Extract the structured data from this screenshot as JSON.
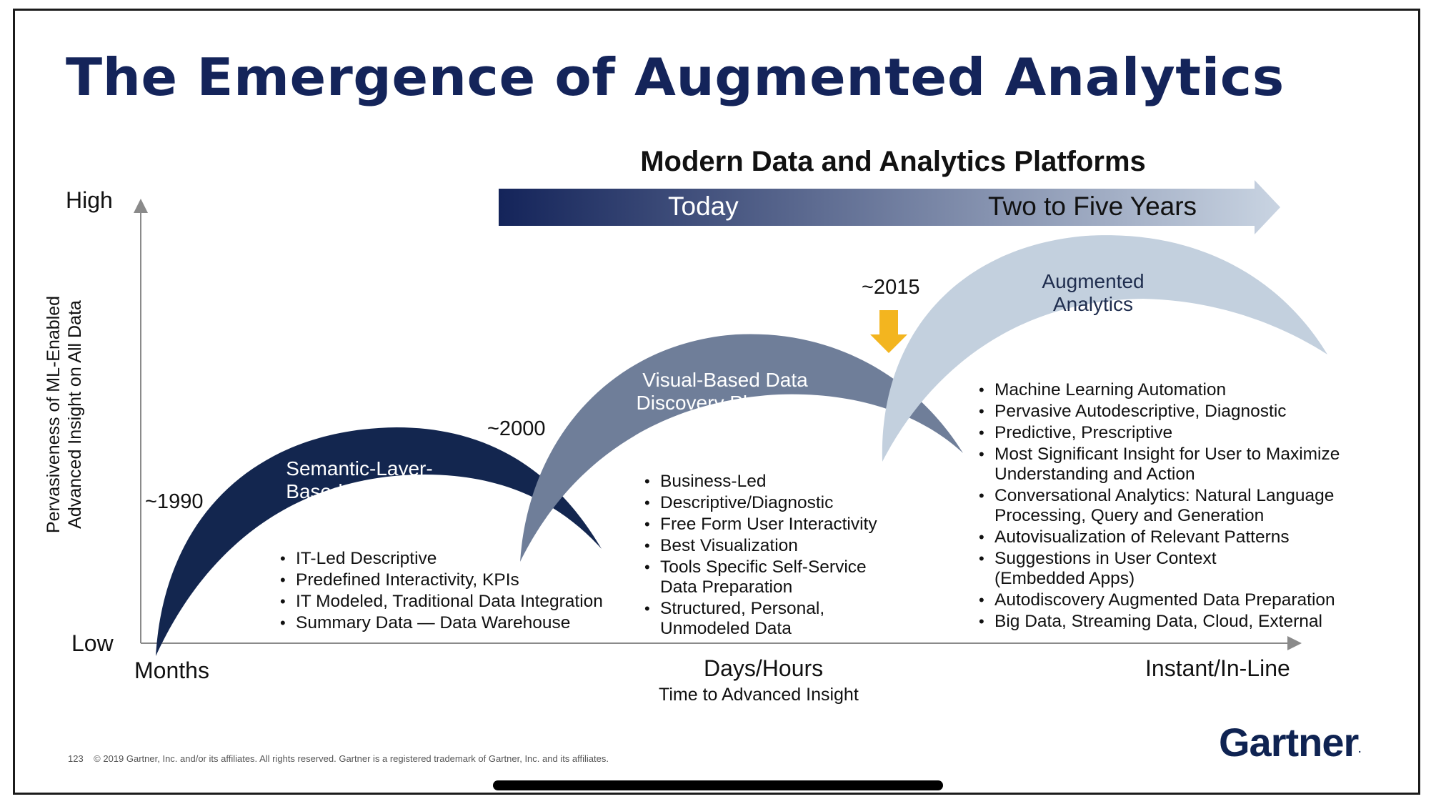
{
  "title": "The Emergence of Augmented Analytics",
  "subtitle": "Modern Data and Analytics Platforms",
  "timeline_arrow": {
    "today_label": "Today",
    "future_label": "Two to Five Years",
    "gradient_start": "#14245a",
    "gradient_end": "#c9d4e2"
  },
  "axes": {
    "y_high": "High",
    "y_low": "Low",
    "y_label": "Pervasiveness of ML-Enabled Advanced Insight on All Data",
    "x_left": "Months",
    "x_mid": "Days/Hours",
    "x_right": "Instant/In-Line",
    "x_label": "Time to Advanced Insight"
  },
  "eras": {
    "e1990": "~1990",
    "e2000": "~2000",
    "e2015": "~2015"
  },
  "platforms": [
    {
      "name_line1": "Semantic-Layer-",
      "name_line2": "Based Platforms",
      "color": "#13264f",
      "bullets": [
        "IT-Led Descriptive",
        "Predefined Interactivity, KPIs",
        "IT Modeled, Traditional Data Integration",
        "Summary Data — Data Warehouse"
      ]
    },
    {
      "name_line1": "Visual-Based Data",
      "name_line2": "Discovery Platforms",
      "color": "#6f7e99",
      "bullets": [
        "Business-Led",
        "Descriptive/Diagnostic",
        "Free Form User Interactivity",
        "Best Visualization",
        "Tools Specific Self-Service\nData Preparation",
        "Structured, Personal,\nUnmodeled Data"
      ]
    },
    {
      "name_line1": "Augmented",
      "name_line2": "Analytics",
      "color": "#c3d0de",
      "bullets": [
        "Machine Learning Automation",
        "Pervasive Autodescriptive, Diagnostic",
        "Predictive, Prescriptive",
        "Most Significant Insight for User to Maximize\nUnderstanding and Action",
        "Conversational Analytics: Natural Language\nProcessing, Query and Generation",
        "Autovisualization of Relevant Patterns",
        "Suggestions in User Context\n(Embedded Apps)",
        "Autodiscovery Augmented Data Preparation",
        "Big Data, Streaming Data, Cloud, External"
      ]
    }
  ],
  "marker_color": "#f3b51f",
  "footer": {
    "page_number": "123",
    "copyright": "© 2019 Gartner, Inc. and/or its affiliates. All rights reserved. Gartner is a registered trademark of Gartner, Inc. and its affiliates."
  },
  "logo": {
    "text": "Gartner",
    "mark": "."
  }
}
